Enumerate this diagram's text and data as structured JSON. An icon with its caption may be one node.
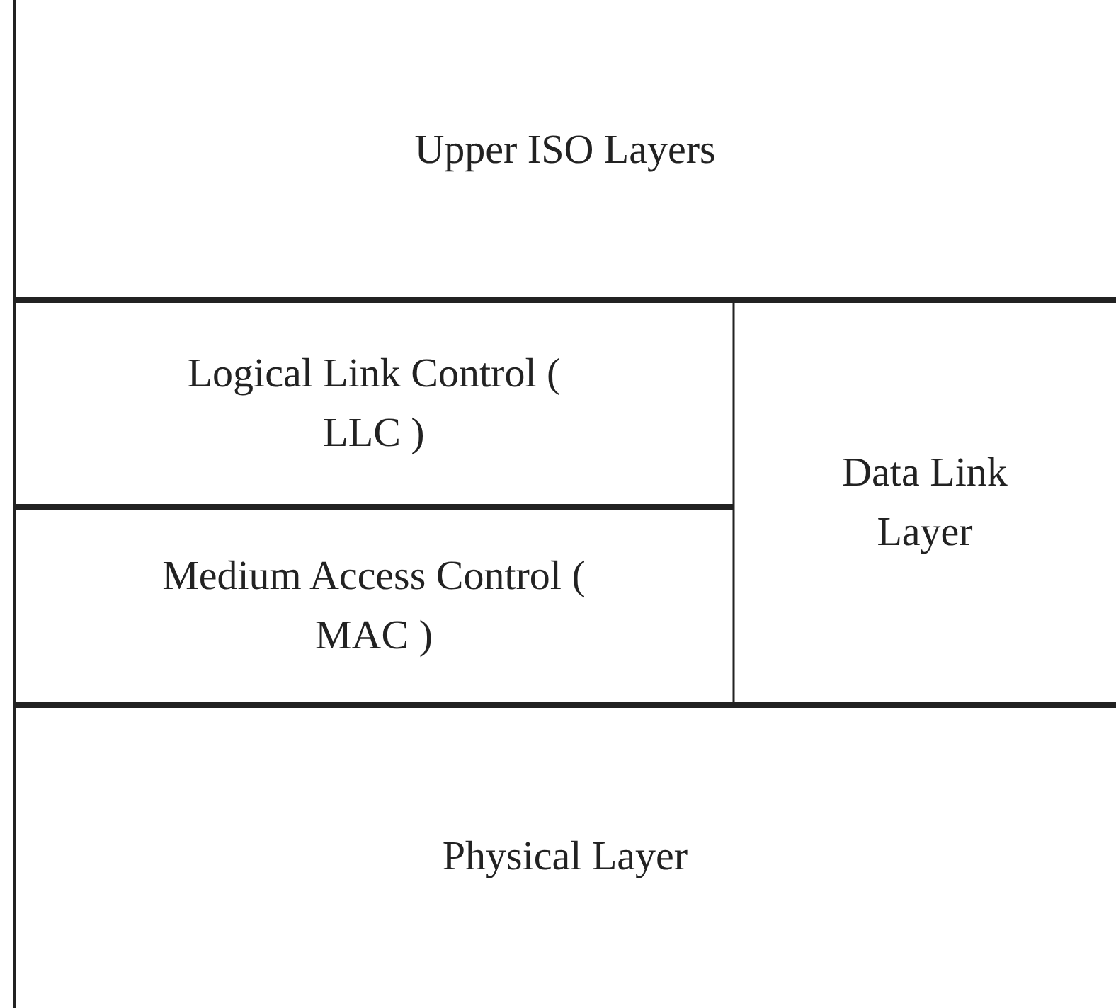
{
  "diagram": {
    "nodes": [
      {
        "text": [
          "Upper ISO Layers"
        ]
      },
      {
        "text": [
          "Logical Link Control ( LLC )"
        ]
      },
      {
        "text": [
          "Medium Access Control ( MAC )"
        ]
      },
      {
        "text": [
          "Data Link Layer"
        ]
      },
      {
        "text": [
          "Physical Layer"
        ]
      }
    ]
  }
}
